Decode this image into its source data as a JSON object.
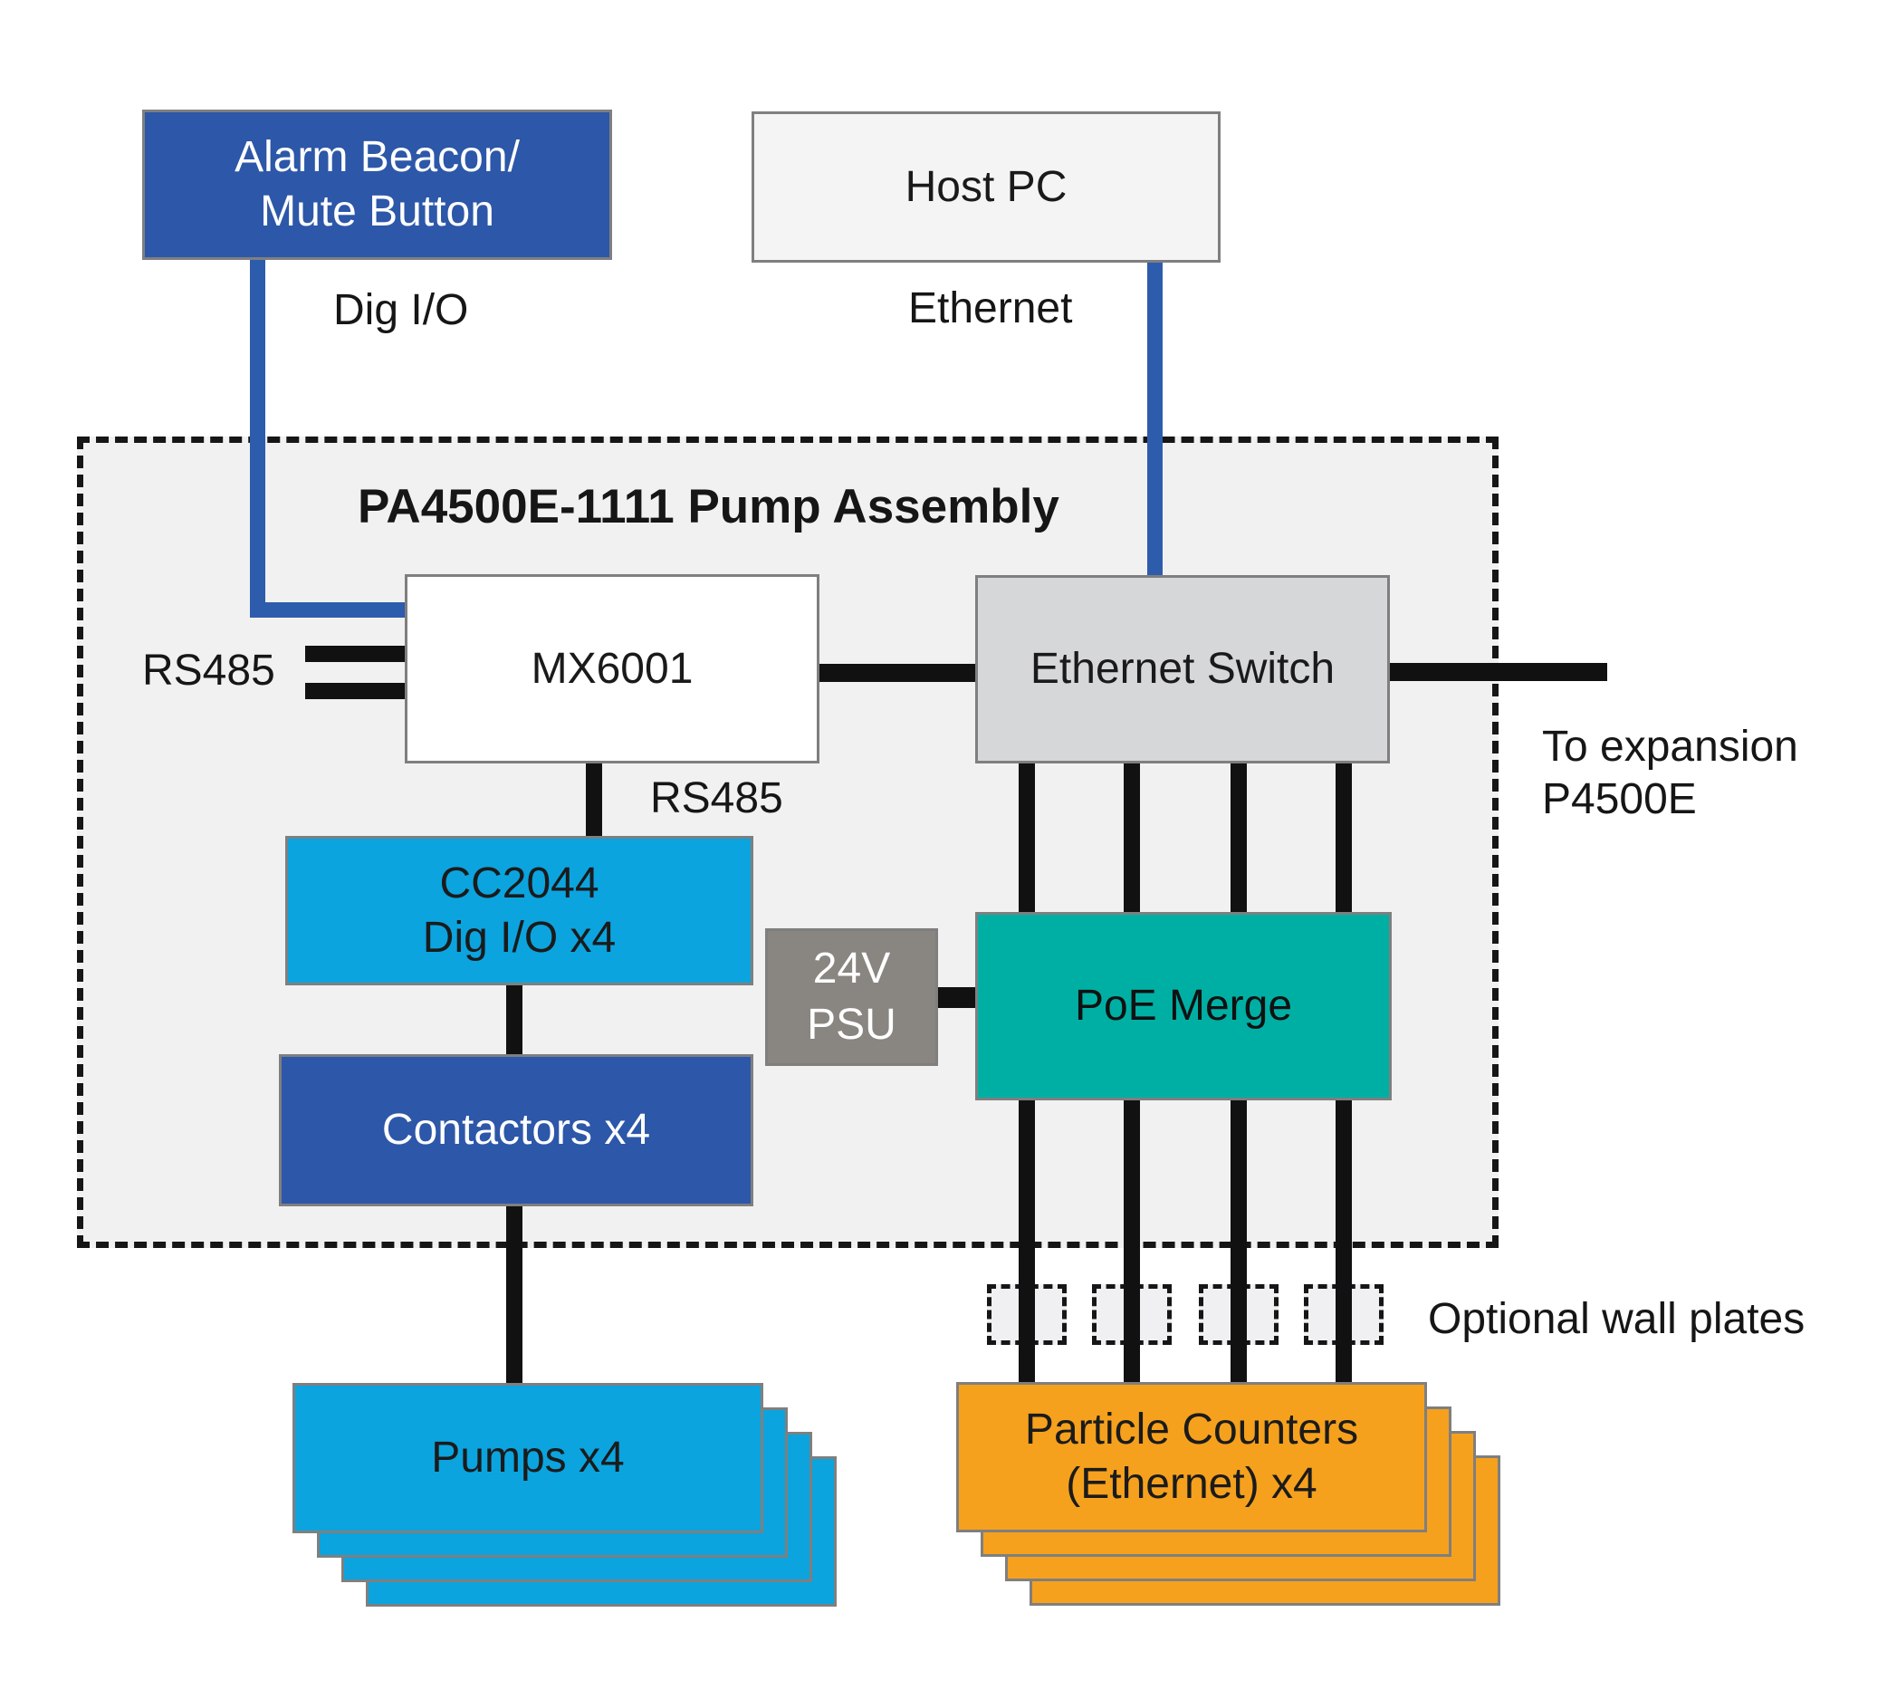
{
  "diagram": {
    "external": {
      "alarm_beacon": {
        "line1": "Alarm Beacon/",
        "line2": "Mute Button"
      },
      "host_pc": {
        "label": "Host PC"
      },
      "dig_io_label": "Dig I/O",
      "ethernet_label": "Ethernet"
    },
    "assembly": {
      "title": "PA4500E-1111 Pump Assembly",
      "mx6001": {
        "label": "MX6001"
      },
      "ethernet_switch": {
        "label": "Ethernet Switch"
      },
      "rs485_left_label": "RS485",
      "rs485_mid_label": "RS485",
      "cc2044": {
        "line1": "CC2044",
        "line2": "Dig I/O x4"
      },
      "psu": {
        "line1": "24V",
        "line2": "PSU"
      },
      "poe_merge": {
        "label": "PoE Merge"
      },
      "contactors": {
        "label": "Contactors x4"
      }
    },
    "right_side": {
      "to_expansion": {
        "line1": "To expansion",
        "line2": "P4500E"
      },
      "optional_wall_plates_label": "Optional wall plates"
    },
    "bottom": {
      "pumps": {
        "label": "Pumps x4"
      },
      "particle_counters": {
        "line1": "Particle Counters",
        "line2": "(Ethernet) x4"
      }
    }
  },
  "colors": {
    "alarm_contactor_blue": "#2d57a8",
    "connector_blue": "#2e5cac",
    "cyan": "#0ba4df",
    "teal": "#00afa4",
    "orange": "#f5a11d",
    "psu_gray": "#898581",
    "switch_gray": "#d5d7d9",
    "assembly_bg": "#f1f1f2",
    "line_black": "#111111"
  }
}
